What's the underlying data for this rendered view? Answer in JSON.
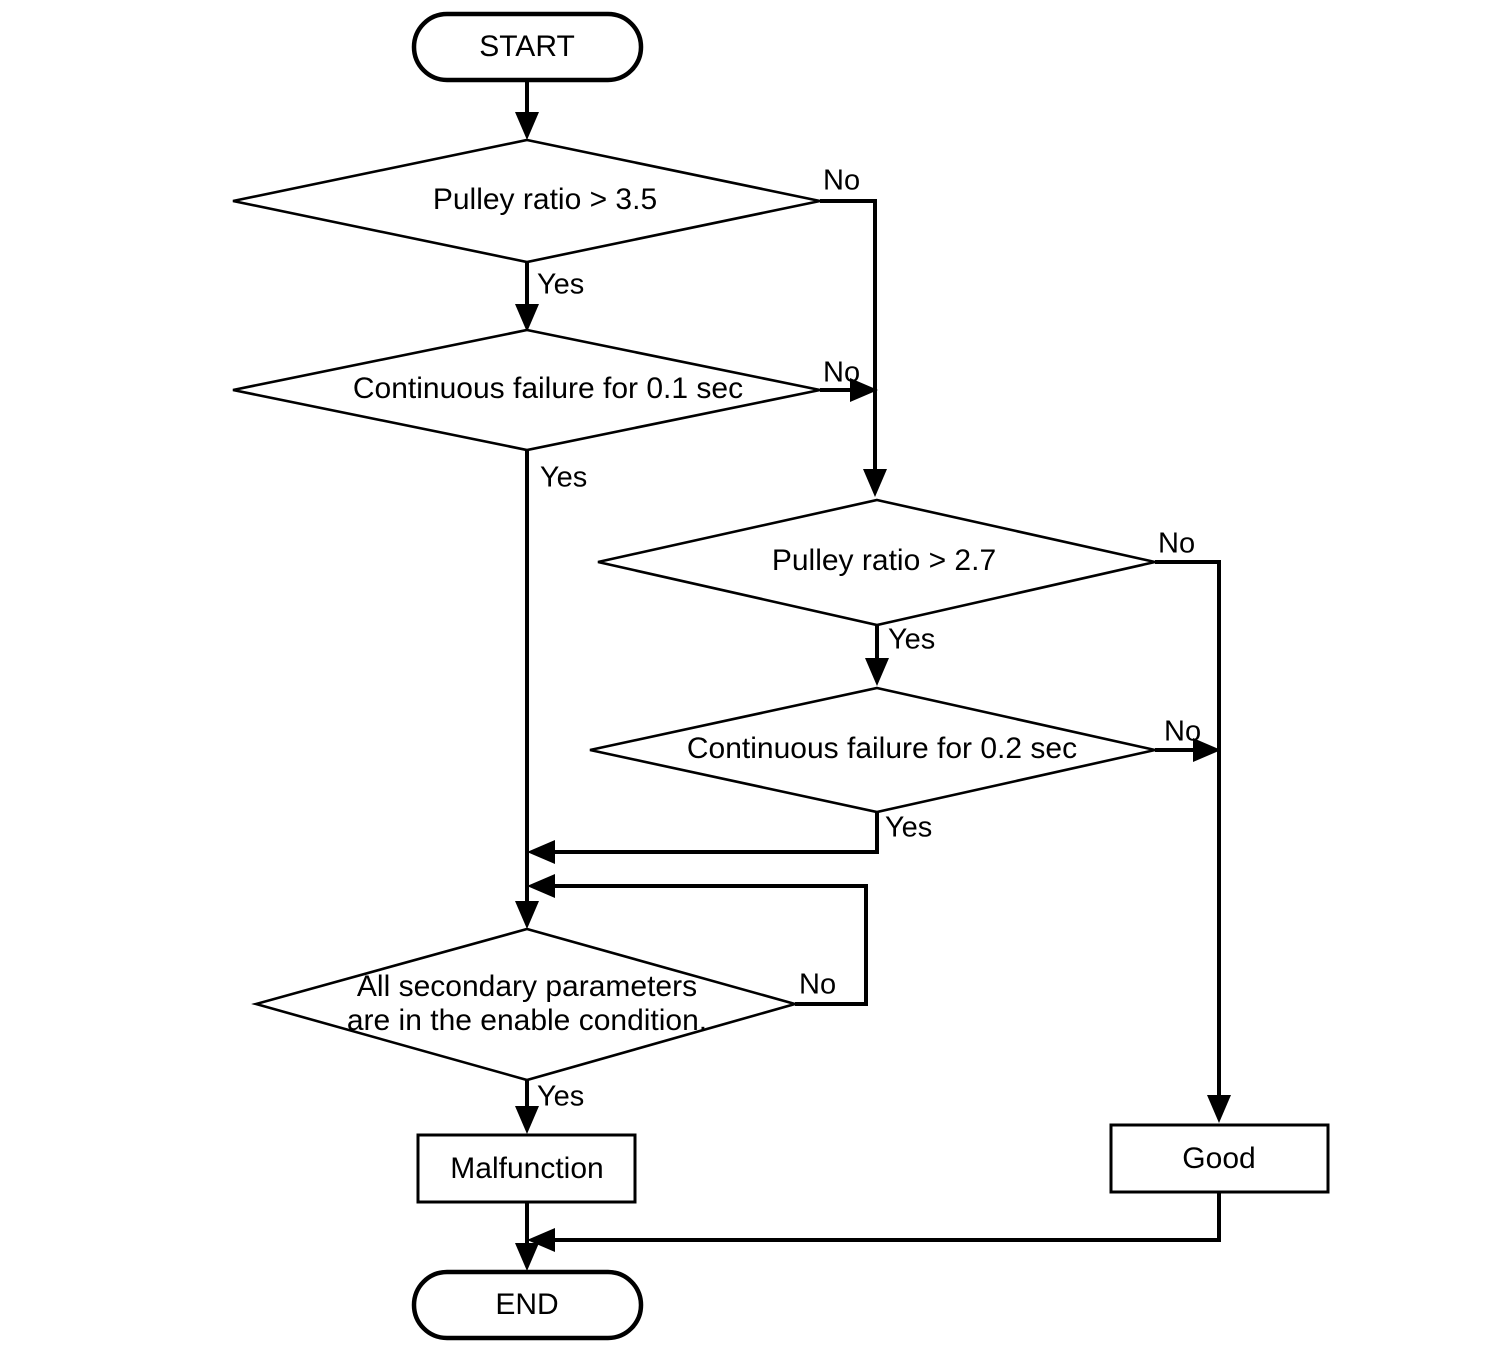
{
  "diagram": {
    "type": "flowchart",
    "title": "Pulley ratio diagnostic flowchart",
    "colors": {
      "stroke": "#000000",
      "fill": "#ffffff",
      "text": "#000000"
    },
    "nodes": {
      "start": {
        "label": "START",
        "shape": "terminator"
      },
      "d1": {
        "label": "Pulley ratio > 3.5",
        "shape": "decision"
      },
      "d2": {
        "label": "Continuous failure for 0.1 sec",
        "shape": "decision"
      },
      "d3": {
        "label": "Pulley ratio > 2.7",
        "shape": "decision"
      },
      "d4": {
        "label": "Continuous failure for 0.2 sec",
        "shape": "decision"
      },
      "d5": {
        "label_line1": "All secondary parameters",
        "label_line2": "are in the enable condition.",
        "shape": "decision"
      },
      "malfunction": {
        "label": "Malfunction",
        "shape": "process"
      },
      "good": {
        "label": "Good",
        "shape": "process"
      },
      "end": {
        "label": "END",
        "shape": "terminator"
      }
    },
    "edge_labels": {
      "d1_no": "No",
      "d1_yes": "Yes",
      "d2_no": "No",
      "d2_yes": "Yes",
      "d3_no": "No",
      "d3_yes": "Yes",
      "d4_no": "No",
      "d4_yes": "Yes",
      "d5_no": "No",
      "d5_yes": "Yes"
    },
    "edges": [
      {
        "from": "start",
        "to": "d1",
        "label": ""
      },
      {
        "from": "d1",
        "to": "d2",
        "label": "Yes"
      },
      {
        "from": "d1",
        "to": "d3",
        "label": "No"
      },
      {
        "from": "d2",
        "to": "d5",
        "label": "Yes"
      },
      {
        "from": "d2",
        "to": "d3",
        "label": "No"
      },
      {
        "from": "d3",
        "to": "d4",
        "label": "Yes"
      },
      {
        "from": "d3",
        "to": "good",
        "label": "No"
      },
      {
        "from": "d4",
        "to": "d5",
        "label": "Yes"
      },
      {
        "from": "d4",
        "to": "good",
        "label": "No"
      },
      {
        "from": "d5",
        "to": "malfunction",
        "label": "Yes"
      },
      {
        "from": "d5",
        "to": "d5",
        "label": "No"
      },
      {
        "from": "malfunction",
        "to": "end",
        "label": ""
      },
      {
        "from": "good",
        "to": "end",
        "label": ""
      }
    ]
  }
}
